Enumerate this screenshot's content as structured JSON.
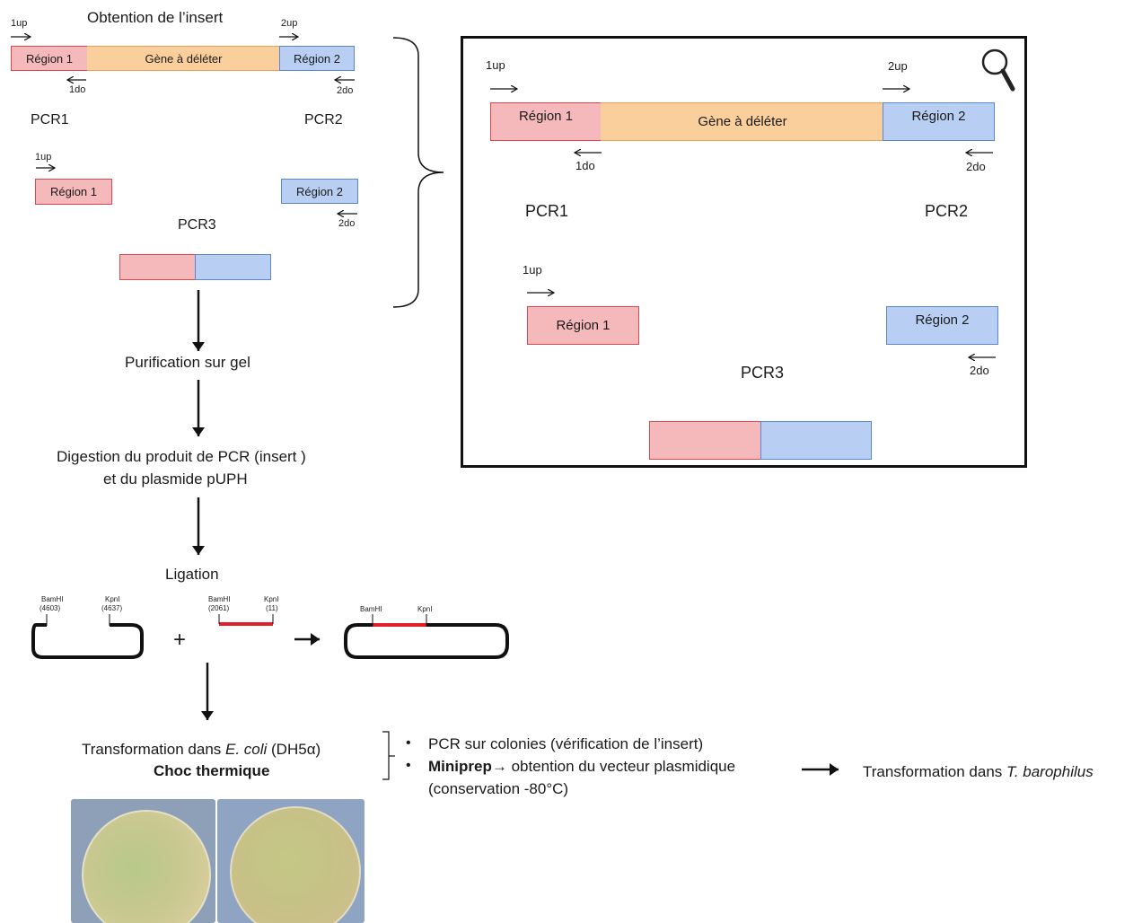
{
  "title": "Obtention de l’insert",
  "primers": {
    "up1": "1up",
    "up2": "2up",
    "do1": "1do",
    "do2": "2do"
  },
  "regions": {
    "r1": "Région 1",
    "r2": "Région 2",
    "gene": "Gène à déléter"
  },
  "pcr": {
    "pcr1": "PCR1",
    "pcr2": "PCR2",
    "pcr3": "PCR3"
  },
  "steps": {
    "purification": "Purification sur gel",
    "digestion_line1": "Digestion du produit de PCR (insert )",
    "digestion_line2": "et du plasmide pUPH",
    "ligation": "Ligation",
    "transformation_prefix": "Transformation dans ",
    "transformation_species": "E. coli",
    "transformation_suffix": " (DH5α)",
    "choc": "Choc thermique"
  },
  "ligation": {
    "plus": "+",
    "vector_site1_name": "BamHI",
    "vector_site1_pos": "(4603)",
    "vector_site2_name": "KpnI",
    "vector_site2_pos": "(4637)",
    "insert_site1_name": "BamHI",
    "insert_site1_pos": "(2061)",
    "insert_site2_name": "KpnI",
    "insert_site2_pos": "(11)",
    "result_site1": "BamHI",
    "result_site2": "KpnI"
  },
  "bullets": {
    "b1": "PCR sur colonies (vérification de l’insert)",
    "b2_bold": "Miniprep",
    "b2_arrow": "→",
    "b2_rest": " obtention du vecteur plasmidique",
    "b3": "(conservation -80°C)",
    "bullet_char": "•"
  },
  "final": {
    "prefix": "Transformation dans ",
    "species": "T. barophilus"
  },
  "colors": {
    "region1": "#f6b9bb",
    "region2": "#b8cff3",
    "gene": "#fbcf9c",
    "insert_red": "#e0202a"
  }
}
